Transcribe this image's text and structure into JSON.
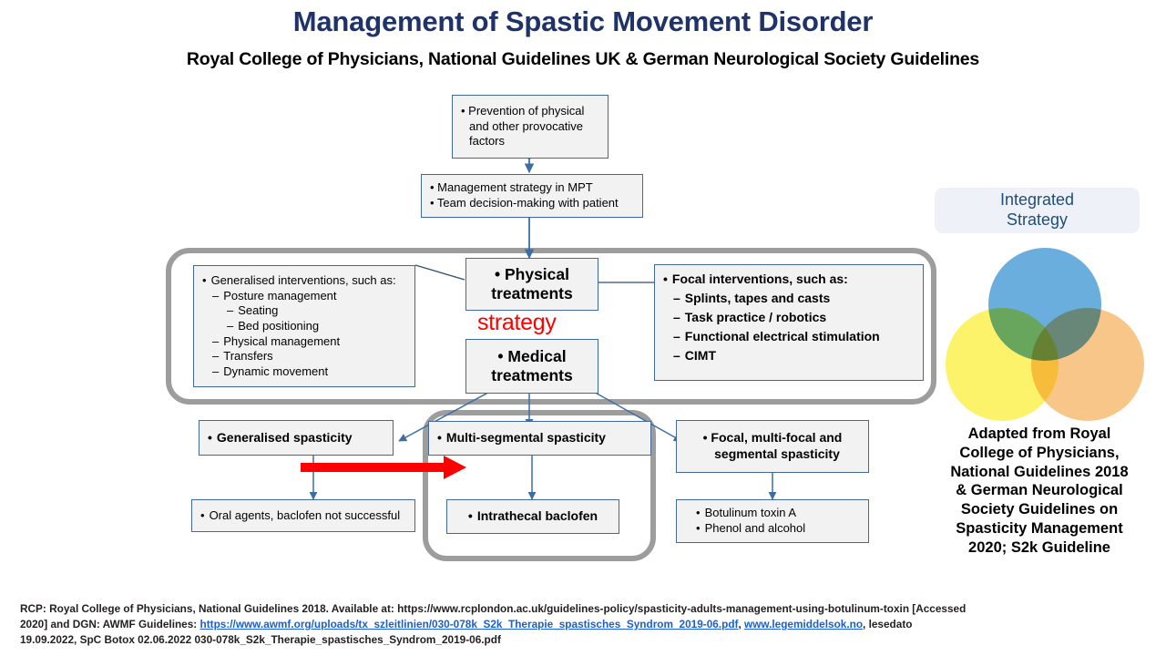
{
  "title": "Management of Spastic Movement Disorder",
  "subtitle": "Royal College of Physicians, National Guidelines UK & German Neurological Society Guidelines",
  "colors": {
    "title_navy": "#1f3368",
    "box_border_blue": "#41699b",
    "box_fill_grey": "#f2f2f2",
    "group_outline_grey": "#9d9d9d",
    "strategy_red": "#fc0000",
    "arrow_red": "#ff0000",
    "connector_blue": "#3b6ea5",
    "venn_blue": "#6aaedd",
    "venn_yellow": "#fdf36b",
    "venn_orange": "#f9c68a",
    "badge_fill": "#eef1f7",
    "link_blue": "#1a5fd0"
  },
  "boxes": {
    "prevention": {
      "lines": [
        "• Prevention of physical",
        "and other provocative",
        "factors"
      ]
    },
    "management_strategy": {
      "lines": [
        "• Management strategy in MPT",
        "• Team decision-making with patient"
      ]
    },
    "physical_treatments": {
      "line1": "• Physical",
      "line2": "treatments"
    },
    "medical_treatments": {
      "line1": "• Medical",
      "line2": "treatments"
    },
    "generalised_interventions": {
      "heading": "Generalised interventions, such as:",
      "items": [
        "Posture management",
        "Seating",
        "Bed positioning",
        "Physical management",
        "Transfers",
        "Dynamic movement"
      ]
    },
    "focal_interventions": {
      "heading": "Focal interventions, such as:",
      "items": [
        "Splints, tapes and casts",
        "Task practice / robotics",
        "Functional electrical stimulation",
        "CIMT"
      ]
    },
    "generalised_spasticity": {
      "label": "Generalised spasticity"
    },
    "oral_agents": {
      "label": "Oral agents, baclofen not successful"
    },
    "multisegmental_spasticity": {
      "label": "Multi-segmental spasticity"
    },
    "intrathecal_baclofen": {
      "label": "Intrathecal baclofen"
    },
    "focal_spasticity": {
      "line1": "• Focal, multi-focal and",
      "line2": "segmental spasticity"
    },
    "pharmacological_agents": {
      "items": [
        "Botulinum toxin A",
        "Phenol and alcohol"
      ]
    }
  },
  "annotations": {
    "strategy": "strategy"
  },
  "right_panel": {
    "badge_line1": "Integrated",
    "badge_line2": "Strategy",
    "caption_lines": [
      "Adapted from Royal",
      "College of Physicians,",
      "National Guidelines 2018",
      "& German Neurological",
      "Society Guidelines on",
      "Spasticity Management",
      "2020; S2k Guideline"
    ]
  },
  "footnote": {
    "line1_a": "RCP: Royal College of Physicians, National Guidelines 2018. Available at: https://www.rcplondon.ac.uk/guidelines-policy/spasticity-adults-management-using-botulinum-toxin [Accessed",
    "line2_a": "2020] and DGN: AWMF Guidelines: ",
    "line2_link1": "https://www.awmf.org/uploads/tx_szleitlinien/030-078k_S2k_Therapie_spastisches_Syndrom_2019-06.pdf",
    "line2_b": ", ",
    "line2_link2": "www.legemiddelsok.no",
    "line2_c": ", lesedato",
    "line3_a": "19.09.2022, SpC Botox 02.06.2022 030-078k_S2k_Therapie_spastisches_Syndrom_2019-06.pdf"
  }
}
